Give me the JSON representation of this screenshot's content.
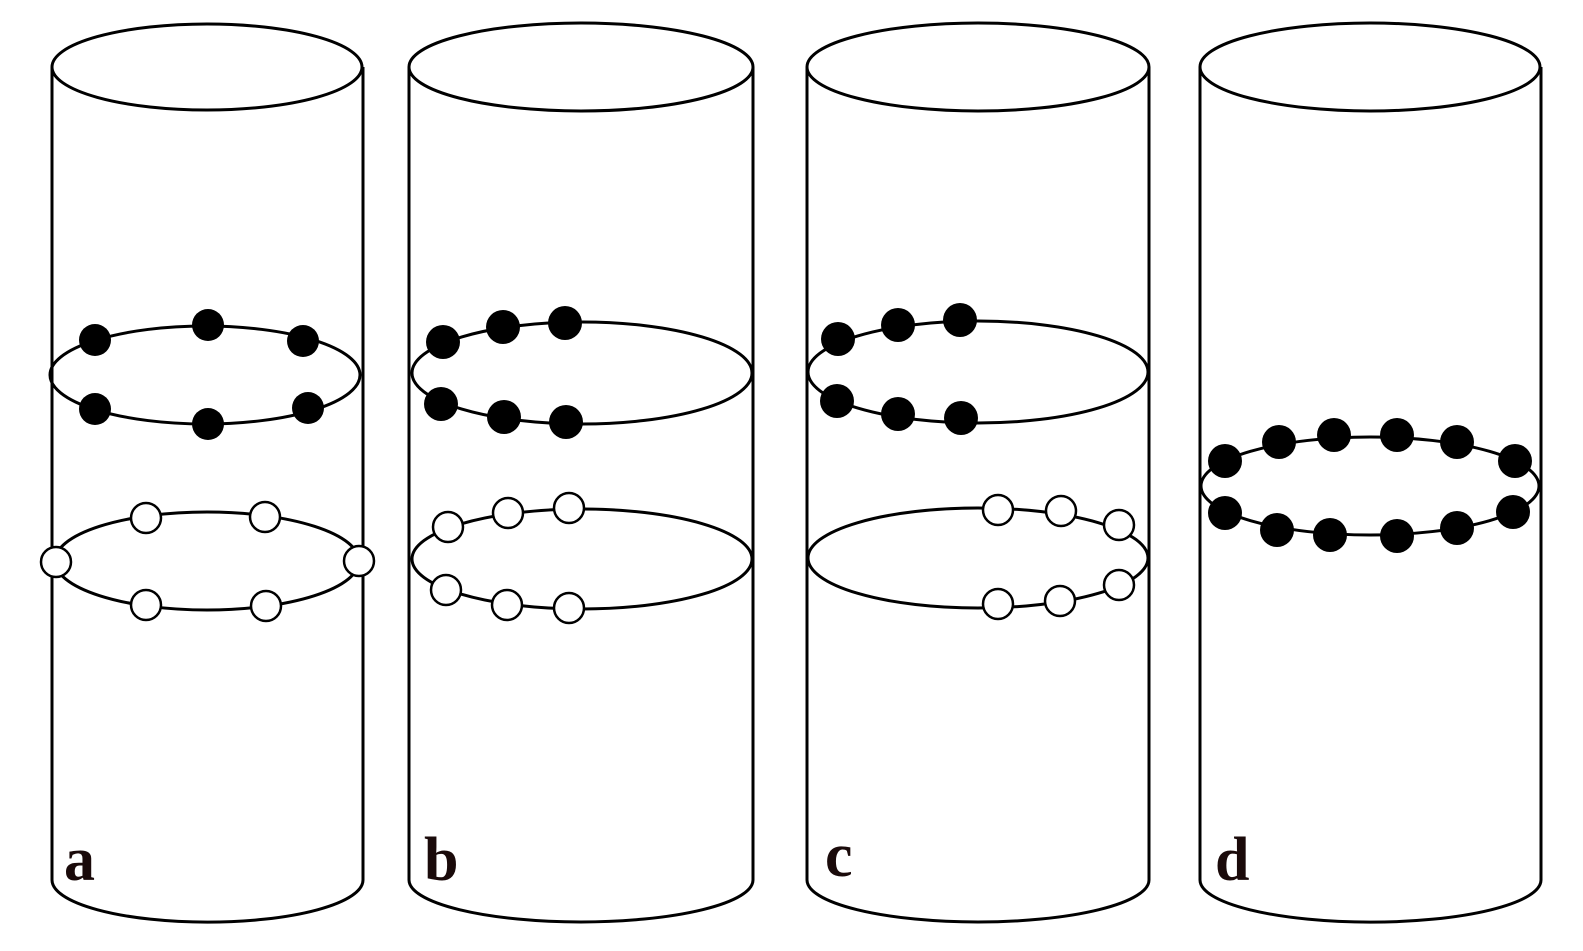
{
  "colors": {
    "stroke": "#000000",
    "background": "#ffffff",
    "filled_dot": "#000000",
    "open_dot": "#ffffff",
    "label": "#1a0a0a"
  },
  "panels": [
    {
      "label": "a",
      "rings": [
        {
          "kind": "filled",
          "dot_count": 6
        },
        {
          "kind": "open",
          "dot_count": 6
        }
      ]
    },
    {
      "label": "b",
      "rings": [
        {
          "kind": "filled",
          "dot_count": 6
        },
        {
          "kind": "open",
          "dot_count": 6
        }
      ]
    },
    {
      "label": "c",
      "rings": [
        {
          "kind": "filled",
          "dot_count": 6
        },
        {
          "kind": "open",
          "dot_count": 6
        }
      ]
    },
    {
      "label": "d",
      "rings": [
        {
          "kind": "filled",
          "dot_count": 12
        }
      ]
    }
  ]
}
